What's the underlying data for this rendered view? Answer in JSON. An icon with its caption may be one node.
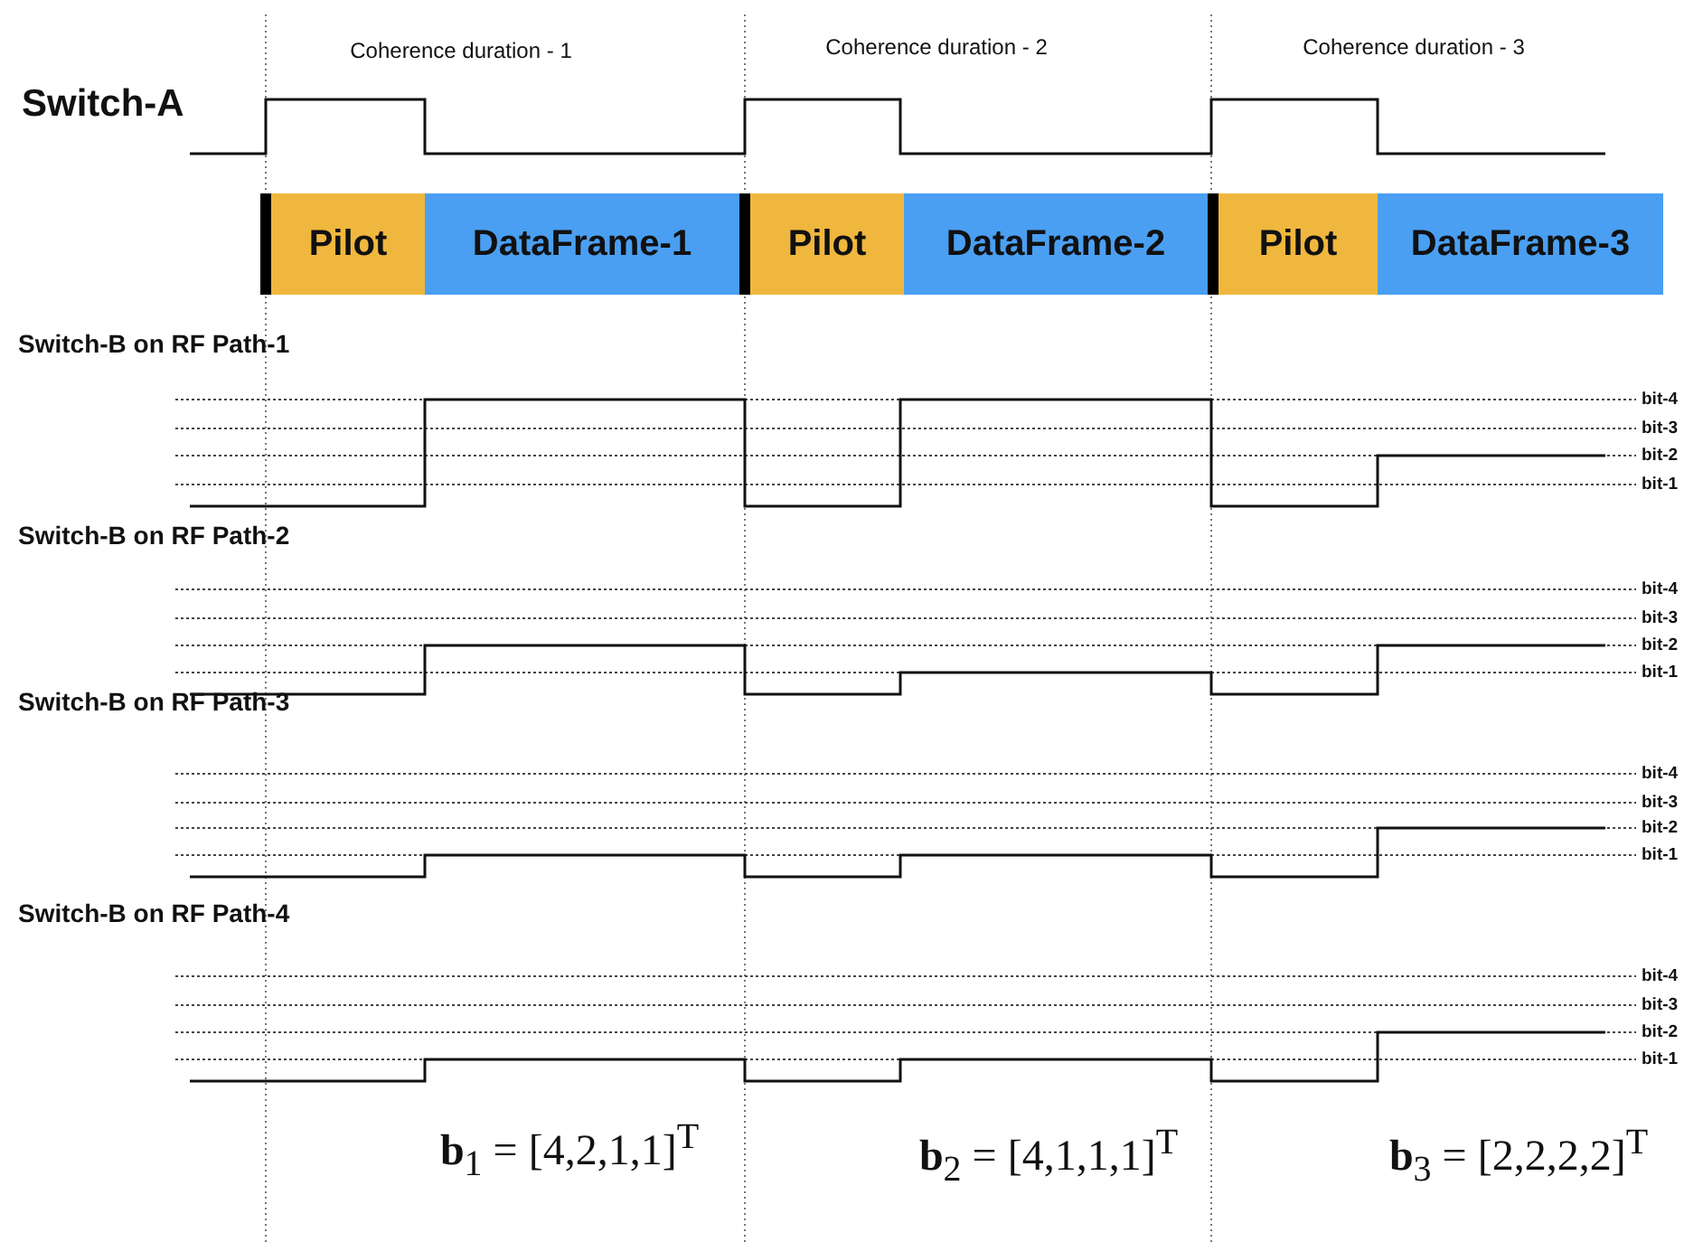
{
  "diagram": {
    "nodes": [
      {
        "text": [
          "Pilot"
        ]
      },
      {
        "text": [
          "DataFrame-1"
        ]
      },
      {
        "text": [
          "Pilot"
        ]
      },
      {
        "text": [
          "DataFrame-2"
        ]
      },
      {
        "text": [
          "Pilot"
        ]
      },
      {
        "text": [
          "DataFrame-3"
        ]
      }
    ],
    "labels": [
      "Coherence duration - 1",
      "Coherence duration - 2",
      "Coherence duration - 3",
      "Switch-A",
      "Switch-B on RF Path-1",
      "bit-4",
      "bit-3",
      "bit-2",
      "bit-1",
      "Switch-B on RF Path-2",
      "bit-4",
      "bit-3",
      "bit-2",
      "bit-1",
      "Switch-B on RF Path-3",
      "bit-4",
      "bit-3",
      "bit-2",
      "bit-1",
      "Switch-B on RF Path-4",
      "bit-4",
      "bit-3",
      "bit-2",
      "bit-1",
      "**b**$_{1}$ = [4,2,1,1]$^{T}$",
      "**b**$_{2}$ = [4,1,1,1]$^{T}$",
      "**b**$_{3}$ = [2,2,2,2]$^{T}$"
    ]
  }
}
